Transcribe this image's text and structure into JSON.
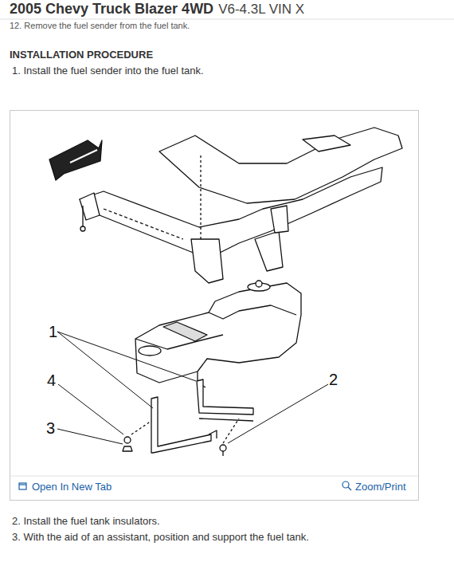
{
  "diagram": {
    "title": "2005 Chevy Truck Blazer 4WD",
    "labels": [
      "V6-4.3L VIN X",
      "12. Remove the fuel sender from the fuel tank.",
      "INSTALLATION PROCEDURE",
      "1. Install the fuel sender into the fuel tank.",
      "1",
      "4",
      "3",
      "2",
      "Open In New Tab",
      "Zoom/Print",
      "2. Install the fuel tank insulators.",
      "3. With the aid of an assistant, position and support the fuel tank."
    ]
  }
}
